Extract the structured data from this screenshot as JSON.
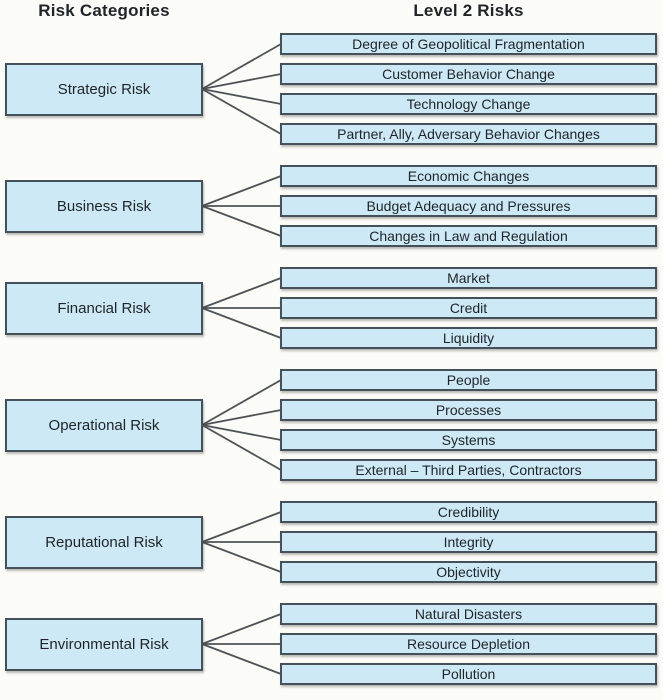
{
  "headers": {
    "left": "Risk Categories",
    "right": "Level 2 Risks"
  },
  "colors": {
    "background": "#fbfbf8",
    "box_fill": "#cde9f6",
    "box_border": "#44505a",
    "line": "#4d5357",
    "text": "#1f2428"
  },
  "sections": [
    {
      "category": "Strategic Risk",
      "items": [
        "Degree of Geopolitical Fragmentation",
        "Customer Behavior Change",
        "Technology Change",
        "Partner, Ally, Adversary Behavior Changes"
      ]
    },
    {
      "category": "Business Risk",
      "items": [
        "Economic Changes",
        "Budget Adequacy and Pressures",
        "Changes in Law and Regulation"
      ]
    },
    {
      "category": "Financial Risk",
      "items": [
        "Market",
        "Credit",
        "Liquidity"
      ]
    },
    {
      "category": "Operational Risk",
      "items": [
        "People",
        "Processes",
        "Systems",
        "External – Third Parties, Contractors"
      ]
    },
    {
      "category": "Reputational Risk",
      "items": [
        "Credibility",
        "Integrity",
        "Objectivity"
      ]
    },
    {
      "category": "Environmental Risk",
      "items": [
        "Natural Disasters",
        "Resource Depletion",
        "Pollution"
      ]
    }
  ]
}
